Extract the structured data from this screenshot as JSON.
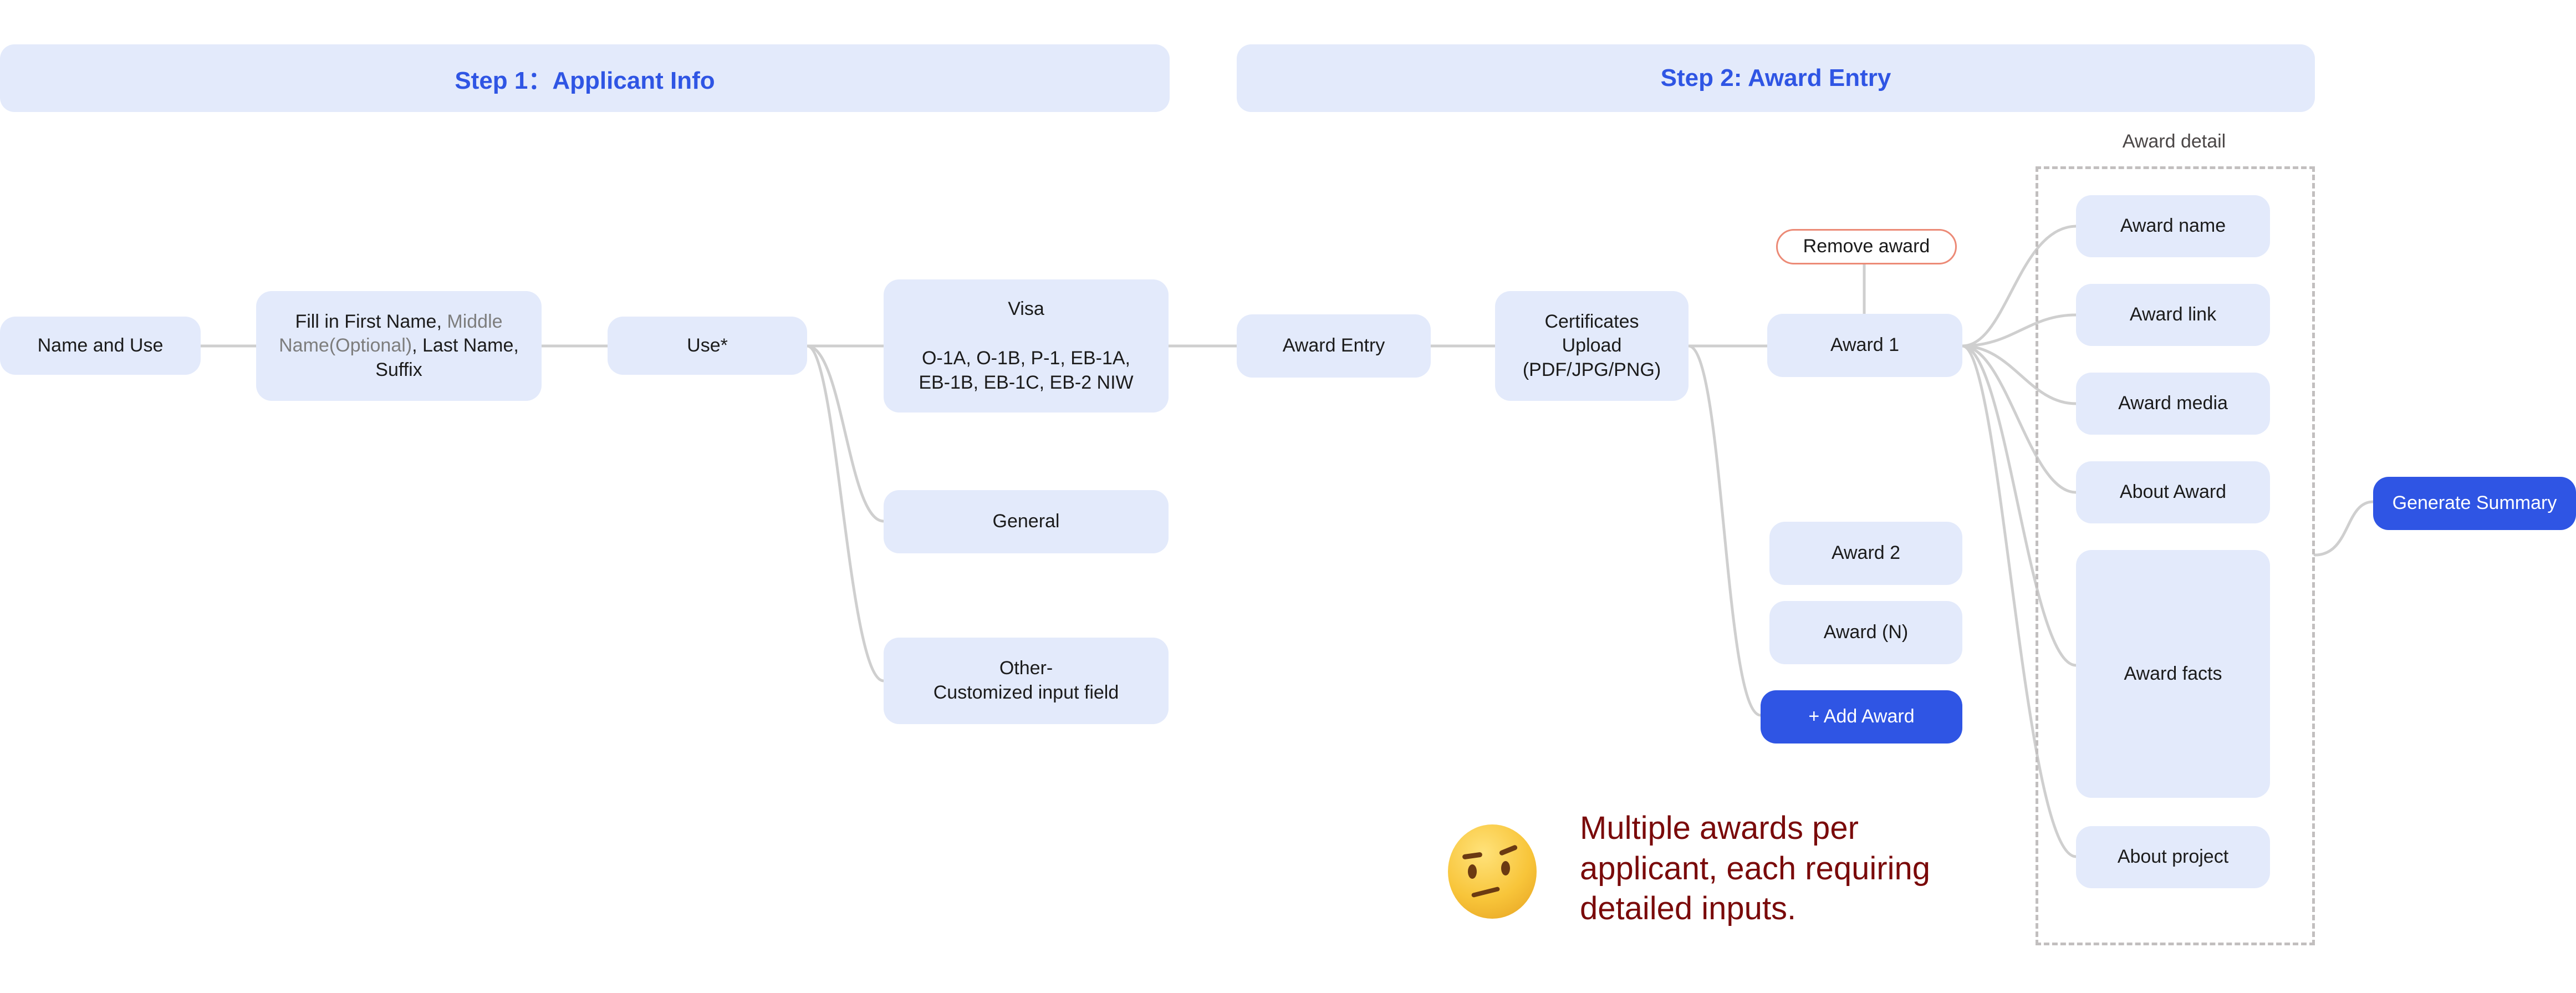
{
  "steps": {
    "step1": "Step 1：Applicant Info",
    "step2": "Step 2: Award Entry"
  },
  "step1_nodes": {
    "name_and_use": "Name and Use",
    "fill_name": {
      "part1": "Fill in First Name, ",
      "part2_optional": "Middle Name(Optional)",
      "part3": ", Last Name, Suffix"
    },
    "use": "Use*",
    "visa": {
      "title": "Visa",
      "types": "O-1A, O-1B, P-1, EB-1A, EB-1B, EB-1C, EB-2 NIW"
    },
    "general": "General",
    "other": {
      "line1": "Other-",
      "line2": "Customized input field"
    }
  },
  "step2_nodes": {
    "award_entry": "Award Entry",
    "certificates_upload": {
      "line1": "Certificates",
      "line2": "Upload",
      "line3": "(PDF/JPG/PNG)"
    },
    "remove_award": "Remove award",
    "award_1": "Award 1",
    "award_2": "Award 2",
    "award_n": "Award (N)",
    "add_award": "+ Add Award"
  },
  "award_detail": {
    "label": "Award detail",
    "items": [
      "Award name",
      "Award link",
      "Award media",
      "About Award",
      "Award facts",
      "About project"
    ]
  },
  "generate_summary": "Generate Summary",
  "note": {
    "emoji": "face-with-raised-eyebrow",
    "text": "Multiple awards per applicant, each requiring detailed inputs."
  },
  "colors": {
    "accent_blue": "#2f55e4",
    "node_fill": "#e3eafb",
    "connector": "#cfcfcf",
    "remove_border": "#ec8a76",
    "note_text": "#7a0a0a",
    "dashed_border": "#c2bfbf"
  }
}
